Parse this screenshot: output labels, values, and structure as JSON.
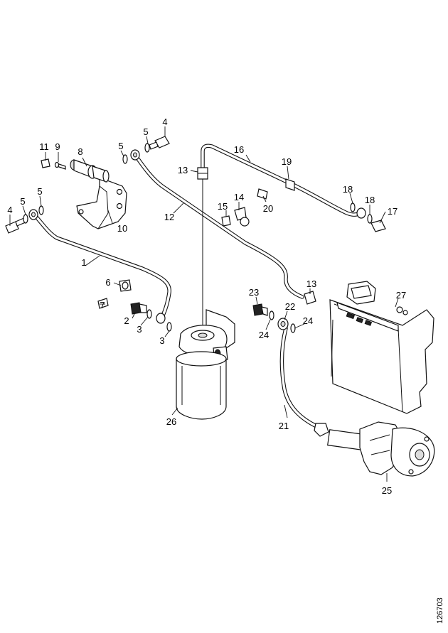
{
  "diagram": {
    "drawing_number": "126703",
    "callouts": [
      {
        "id": "c1",
        "label": "1"
      },
      {
        "id": "c2",
        "label": "2"
      },
      {
        "id": "c3a",
        "label": "3"
      },
      {
        "id": "c3b",
        "label": "3"
      },
      {
        "id": "c4a",
        "label": "4"
      },
      {
        "id": "c4b",
        "label": "4"
      },
      {
        "id": "c5a",
        "label": "5"
      },
      {
        "id": "c5b",
        "label": "5"
      },
      {
        "id": "c5c",
        "label": "5"
      },
      {
        "id": "c5d",
        "label": "5"
      },
      {
        "id": "c6",
        "label": "6"
      },
      {
        "id": "c7",
        "label": "7"
      },
      {
        "id": "c8",
        "label": "8"
      },
      {
        "id": "c9",
        "label": "9"
      },
      {
        "id": "c10",
        "label": "10"
      },
      {
        "id": "c11",
        "label": "11"
      },
      {
        "id": "c12",
        "label": "12"
      },
      {
        "id": "c13a",
        "label": "13"
      },
      {
        "id": "c13b",
        "label": "13"
      },
      {
        "id": "c14",
        "label": "14"
      },
      {
        "id": "c15",
        "label": "15"
      },
      {
        "id": "c16",
        "label": "16"
      },
      {
        "id": "c17",
        "label": "17"
      },
      {
        "id": "c18a",
        "label": "18"
      },
      {
        "id": "c18b",
        "label": "18"
      },
      {
        "id": "c19",
        "label": "19"
      },
      {
        "id": "c20",
        "label": "20"
      },
      {
        "id": "c21",
        "label": "21"
      },
      {
        "id": "c22",
        "label": "22"
      },
      {
        "id": "c23",
        "label": "23"
      },
      {
        "id": "c24a",
        "label": "24"
      },
      {
        "id": "c24b",
        "label": "24"
      },
      {
        "id": "c25",
        "label": "25"
      },
      {
        "id": "c26",
        "label": "26"
      },
      {
        "id": "c27",
        "label": "27"
      }
    ]
  }
}
